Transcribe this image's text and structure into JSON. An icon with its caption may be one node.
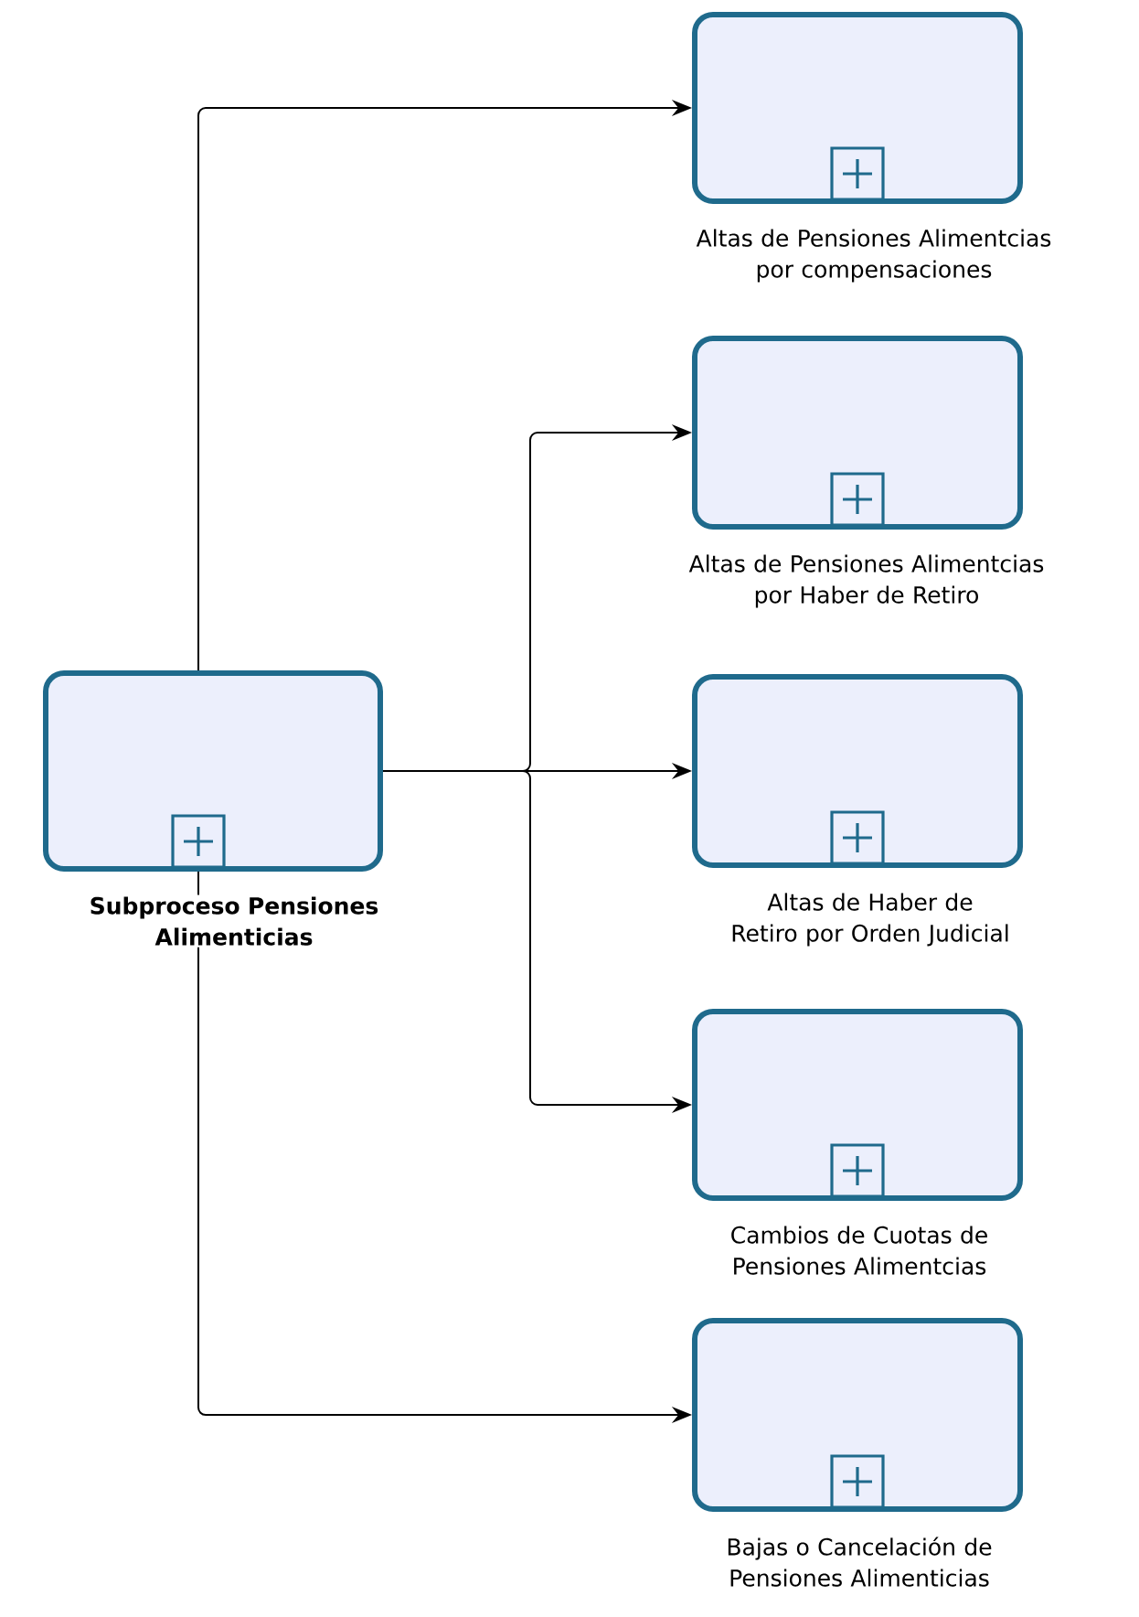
{
  "diagram": {
    "nodes": [
      {
        "text": [
          "Subproceso Pensiones Alimenticias"
        ]
      },
      {
        "text": [
          "Altas de Pensiones Alimentcias por compensaciones"
        ]
      },
      {
        "text": [
          "Altas de Pensiones Alimentcias por Haber de Retiro"
        ]
      },
      {
        "text": [
          "Altas de Haber de Retiro por Orden Judicial"
        ]
      },
      {
        "text": [
          "Cambios de Cuotas de Pensiones Alimentcias"
        ]
      },
      {
        "text": [
          "Bajas o Cancelación de Pensiones Alimenticias"
        ]
      }
    ],
    "edges": [
      {
        "from": 0,
        "to": 1,
        "arrow": "to"
      },
      {
        "from": 0,
        "to": 2,
        "arrow": "to"
      },
      {
        "from": 0,
        "to": 3,
        "arrow": "to"
      },
      {
        "from": 0,
        "to": 4,
        "arrow": "to"
      },
      {
        "from": 0,
        "to": 5,
        "arrow": "to"
      }
    ]
  }
}
